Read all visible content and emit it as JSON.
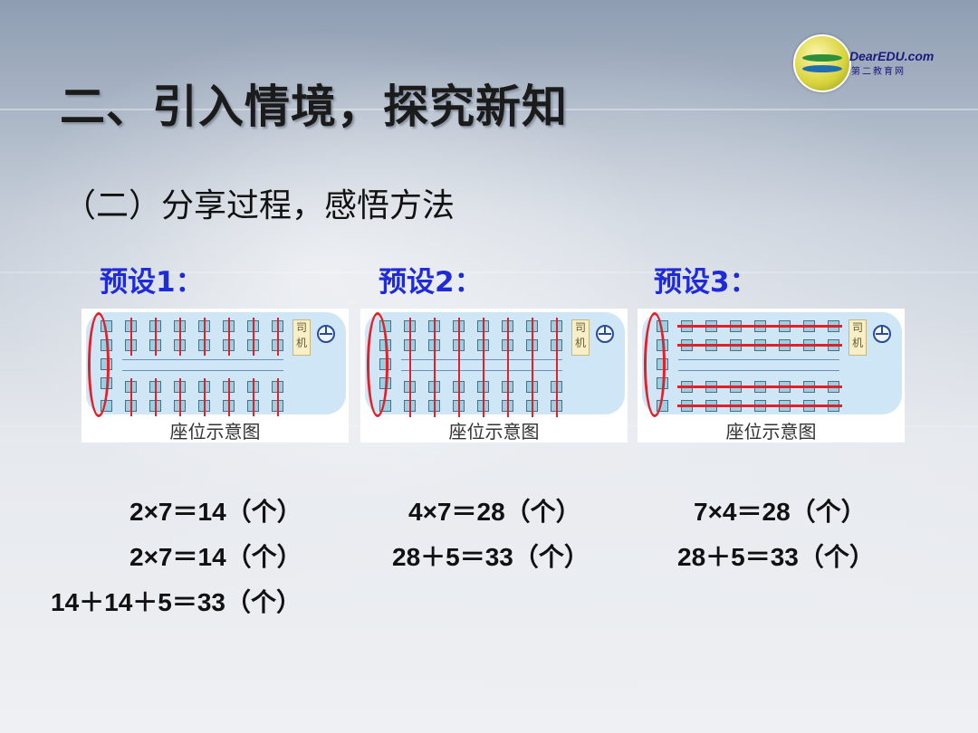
{
  "slide": {
    "title": "二、引入情境，探究新知",
    "subtitle": "（二）分享过程，感悟方法",
    "logo": {
      "brand": "DearEDU.com",
      "sub": "第二教育网"
    }
  },
  "presets": [
    {
      "label": "预设1：",
      "diagram": {
        "caption": "座位示意图",
        "driver_label": "司机"
      },
      "equations": [
        "2×7＝14（个）",
        "2×7＝14（个）",
        "14＋14＋5＝33（个）"
      ]
    },
    {
      "label": "预设2：",
      "diagram": {
        "caption": "座位示意图",
        "driver_label": "司机"
      },
      "equations": [
        "4×7＝28（个）",
        "28＋5＝33（个）"
      ]
    },
    {
      "label": "预设3：",
      "diagram": {
        "caption": "座位示意图",
        "driver_label": "司机"
      },
      "equations": [
        "7×4＝28（个）",
        "28＋5＝33（个）"
      ]
    }
  ],
  "colors": {
    "accent_blue": "#1f2bd6",
    "highlight_red": "#e0212a",
    "bus_fill": "#cfe6f6",
    "seat_fill": "#9ad0e4"
  }
}
